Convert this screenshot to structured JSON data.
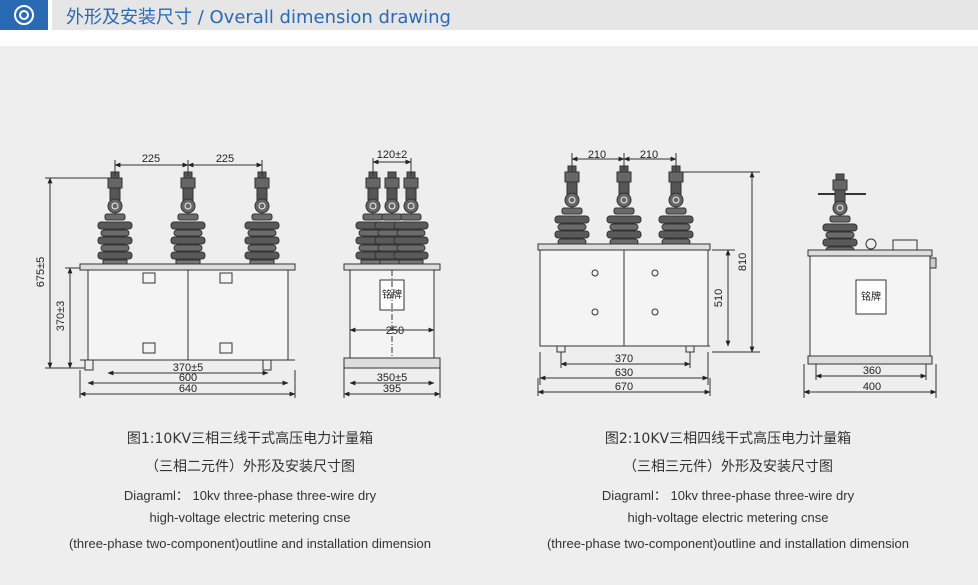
{
  "header": {
    "icon": "concentric-circle-icon",
    "title": "外形及安装尺寸 / Overall dimension drawing",
    "accent_color": "#2a6ab5",
    "bar_color": "#e6e6e6"
  },
  "figure1": {
    "front": {
      "dim_top_left": "225",
      "dim_top_right": "225",
      "dim_height_total": "675±5",
      "dim_height_box": "370±3",
      "dim_370": "370±5",
      "dim_600": "600",
      "dim_640": "640"
    },
    "side": {
      "dim_top": "120±2",
      "dim_250": "250",
      "dim_350": "350±5",
      "dim_395": "395",
      "nameplate": "铭牌"
    },
    "caption_cn_1": "图1:10KV三相三线干式高压电力计量箱",
    "caption_cn_2": "（三相二元件）外形及安装尺寸图",
    "caption_en_1": "Diagraml： 10kv three-phase three-wire dry",
    "caption_en_2": "high-voltage electric metering cnse",
    "caption_en_3": "(three-phase two-component)outline and installation dimension"
  },
  "figure2": {
    "front": {
      "dim_top_left": "210",
      "dim_top_right": "210",
      "dim_810": "810",
      "dim_510": "510",
      "dim_370": "370",
      "dim_630": "630",
      "dim_670": "670"
    },
    "side": {
      "dim_360": "360",
      "dim_400": "400",
      "nameplate": "铭牌"
    },
    "caption_cn_1": "图2:10KV三相四线干式高压电力计量箱",
    "caption_cn_2": "（三相三元件）外形及安装尺寸图",
    "caption_en_1": "Diagraml： 10kv three-phase three-wire dry",
    "caption_en_2": "high-voltage electric metering cnse",
    "caption_en_3": "(three-phase two-component)outline and installation dimension"
  }
}
